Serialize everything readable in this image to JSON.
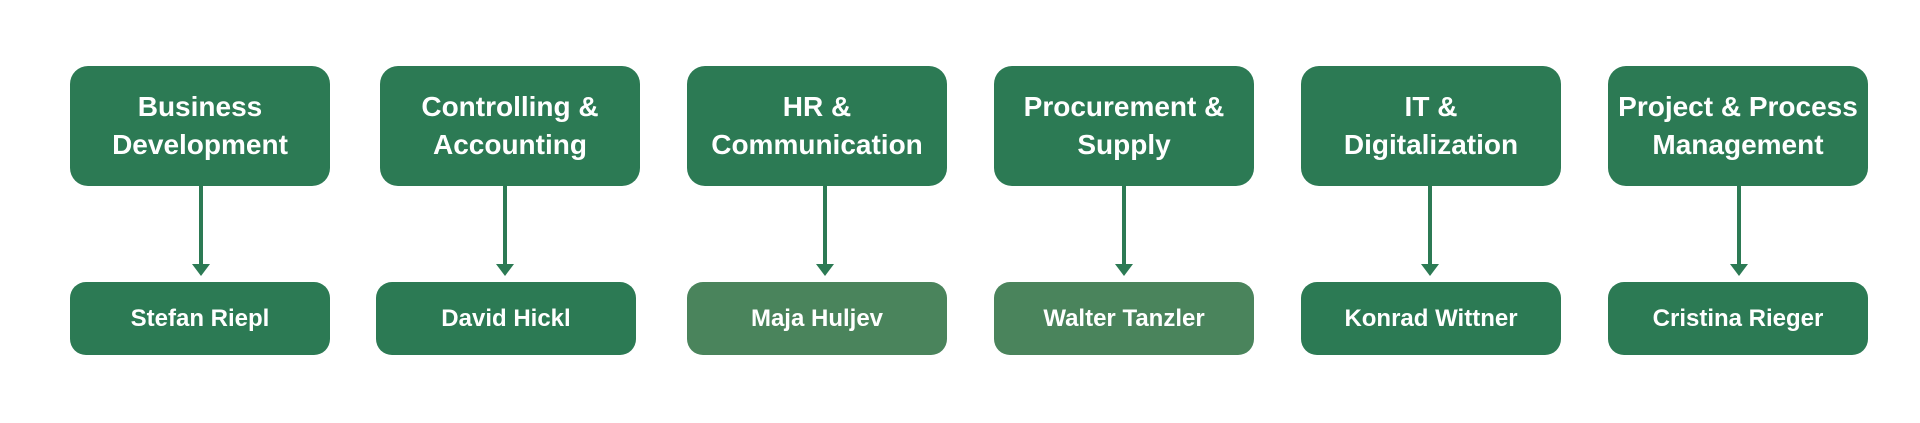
{
  "colors": {
    "dept_fill": "#2c7a54",
    "person_fill_dark": "#2c7a54",
    "person_fill_light": "#4a845c",
    "arrow": "#2c7a54"
  },
  "departments": [
    {
      "name_line1": "Business",
      "name_line2": "Development",
      "person": "Stefan Riepl",
      "person_color": "#2c7a54"
    },
    {
      "name_line1": "Controlling &",
      "name_line2": "Accounting",
      "person": "David Hickl",
      "person_color": "#2c7a54"
    },
    {
      "name_line1": "HR &",
      "name_line2": "Communication",
      "person": "Maja Huljev",
      "person_color": "#4a845c"
    },
    {
      "name_line1": "Procurement &",
      "name_line2": "Supply",
      "person": "Walter Tanzler",
      "person_color": "#4a845c"
    },
    {
      "name_line1": "IT &",
      "name_line2": "Digitalization",
      "person": "Konrad Wittner",
      "person_color": "#2c7a54"
    },
    {
      "name_line1": "Project & Process",
      "name_line2": "Management",
      "person": "Cristina Rieger",
      "person_color": "#2c7a54"
    }
  ]
}
